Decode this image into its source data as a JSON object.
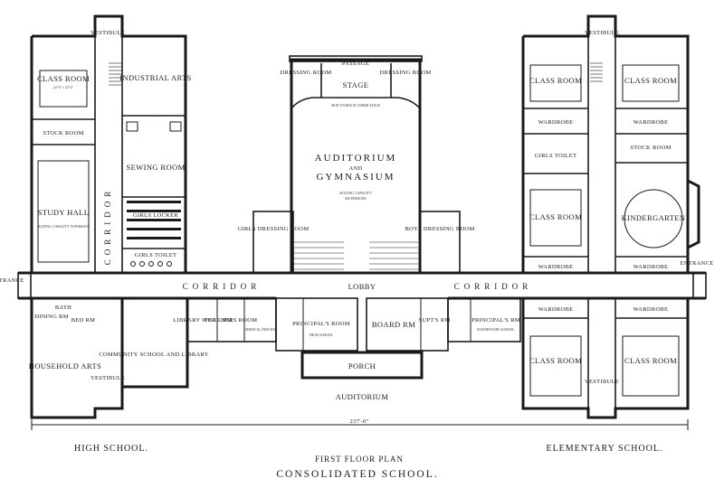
{
  "rooms": {
    "class_room_hs": "CLASS ROOM",
    "industrial_arts": "INDUSTRIAL ARTS",
    "stock_room_hs": "STOCK ROOM",
    "sewing_room": "SEWING ROOM",
    "study_hall": "STUDY HALL",
    "study_hall_note": "SEATING CAPACITY 76 PERSONS",
    "girls_locker": "GIRLS LOCKER",
    "girls_toilet_hs": "GIRLS TOILET",
    "household_arts": "HOUSEHOLD ARTS",
    "community_library": "COMMUNITY SCHOOL AND LIBRARY",
    "library_work": "LIBRARY WORK RM",
    "teachers_room": "TEACHERS ROOM",
    "medical": "MEDICAL INSP. RM",
    "principals_hs": "PRINCIPAL'S ROOM",
    "principals_hs_sub": "HIGH SCHOOL",
    "vestibule": "VESTIBULE",
    "board_rm": "BOARD RM",
    "supts_rm": "SUPT'S RM",
    "principals_el": "PRINCIPAL'S RM",
    "principals_el_sub": "ELEMENTARY SCHOOL",
    "dressing_left": "DRESSING ROOM",
    "passage": "PASSAGE",
    "dressing_right": "DRESSING ROOM",
    "stage": "STAGE",
    "seat_storage": "SEAT STORAGE UNDER STAGE",
    "auditorium": "AUDITORIUM",
    "and": "AND",
    "gymnasium": "GYMNASIUM",
    "seating_capacity": "SEATING CAPACITY",
    "seating_number": "600 PERSONS",
    "girls_dressing": "GIRLS DRESSING ROOM",
    "boys_dressing": "BOYS DRESSING ROOM",
    "class_room_el_1": "CLASS ROOM",
    "class_room_el_2": "CLASS ROOM",
    "wardrobe": "WARDROBE",
    "stock_room_el": "STOCK ROOM",
    "girls_toilet_el": "GIRLS TOILET",
    "class_room_el_3": "CLASS ROOM",
    "kindergarten": "KINDERGARTEN",
    "class_room_el_4": "CLASS ROOM",
    "class_room_el_5": "CLASS ROOM",
    "lobby": "LOBBY",
    "porch": "PORCH",
    "entrance": "ENTRANCE",
    "corridor": "CORRIDOR",
    "bed_rm": "BED RM",
    "bath": "BATH",
    "dining": "DINING RM"
  },
  "corridor_left": "CORRIDOR",
  "corridor_right": "CORRIDOR",
  "vertical_corridor": "CORRIDOR",
  "auditorium_caption": "AUDITORIUM",
  "overall_dimension": "237'-0\"",
  "captions": {
    "high_school": "HIGH SCHOOL.",
    "elementary_school": "ELEMENTARY SCHOOL.",
    "floor_plan": "FIRST FLOOR PLAN",
    "school_name": "CONSOLIDATED SCHOOL."
  }
}
